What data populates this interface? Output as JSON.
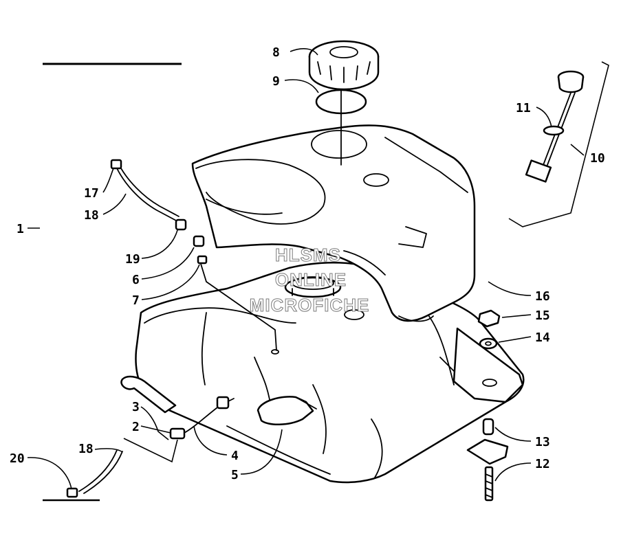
{
  "callouts": [
    {
      "id": "c8",
      "text": "8"
    },
    {
      "id": "c9",
      "text": "9"
    },
    {
      "id": "c11",
      "text": "11"
    },
    {
      "id": "c10",
      "text": "10"
    },
    {
      "id": "c17",
      "text": "17"
    },
    {
      "id": "c18a",
      "text": "18"
    },
    {
      "id": "c1",
      "text": "1"
    },
    {
      "id": "c19",
      "text": "19"
    },
    {
      "id": "c6",
      "text": "6"
    },
    {
      "id": "c7",
      "text": "7"
    },
    {
      "id": "c16",
      "text": "16"
    },
    {
      "id": "c15",
      "text": "15"
    },
    {
      "id": "c14",
      "text": "14"
    },
    {
      "id": "c3",
      "text": "3"
    },
    {
      "id": "c2",
      "text": "2"
    },
    {
      "id": "c18b",
      "text": "18"
    },
    {
      "id": "c20",
      "text": "20"
    },
    {
      "id": "c4",
      "text": "4"
    },
    {
      "id": "c5",
      "text": "5"
    },
    {
      "id": "c13",
      "text": "13"
    },
    {
      "id": "c12",
      "text": "12"
    }
  ],
  "watermark": {
    "line1": "HLSMS",
    "line2": "ONLINE",
    "line3": "MICROFICHE"
  }
}
